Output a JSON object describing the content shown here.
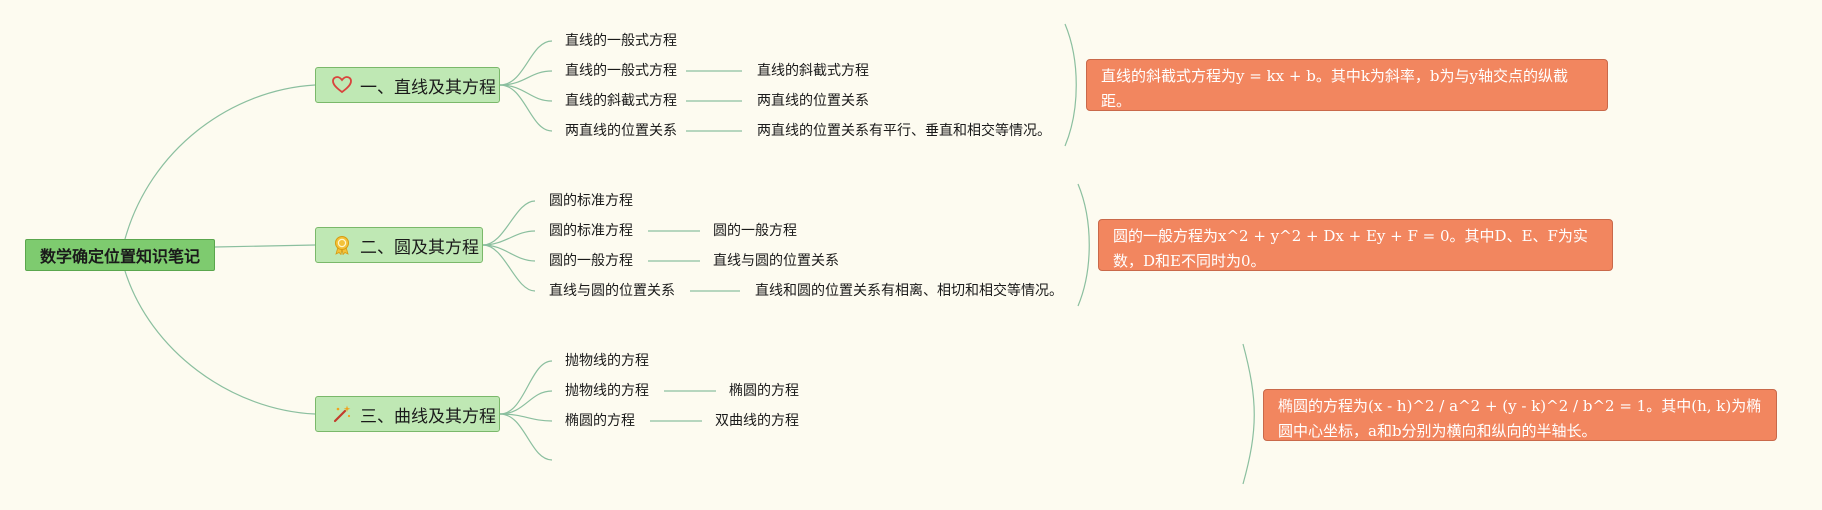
{
  "root": {
    "label": "数学确定位置知识笔记"
  },
  "topics": [
    {
      "label": "一、直线及其方程",
      "icon": "heart-icon",
      "col1": [
        "直线的一般式方程",
        "直线的一般式方程",
        "直线的斜截式方程",
        "两直线的位置关系"
      ],
      "col2": [
        "直线的斜截式方程",
        "两直线的位置关系",
        "两直线的位置关系有平行、垂直和相交等情况。"
      ],
      "note": "直线的斜截式方程为y = kx + b。其中k为斜率，b为与y轴交点的纵截距。"
    },
    {
      "label": "二、圆及其方程",
      "icon": "award-ribbon-icon",
      "col1": [
        "圆的标准方程",
        "圆的标准方程",
        "圆的一般方程",
        "直线与圆的位置关系"
      ],
      "col2": [
        "圆的一般方程",
        "直线与圆的位置关系",
        "直线和圆的位置关系有相离、相切和相交等情况。"
      ],
      "note": "圆的一般方程为x^2 + y^2 + Dx + Ey + F = 0。其中D、E、F为实数，D和E不同时为0。"
    },
    {
      "label": "三、曲线及其方程",
      "icon": "magic-wand-icon",
      "col1": [
        "抛物线的方程",
        "抛物线的方程",
        "椭圆的方程"
      ],
      "col2": [
        "椭圆的方程",
        "双曲线的方程"
      ],
      "note": "椭圆的方程为(x - h)^2 / a^2 + (y - k)^2 / b^2 = 1。其中(h, k)为椭圆中心坐标，a和b分别为横向和纵向的半轴长。"
    }
  ],
  "colors": {
    "root": "#7ecb6f",
    "topic": "#bfe8b4",
    "note": "#f2865f",
    "connector": "#8bbf9f"
  }
}
